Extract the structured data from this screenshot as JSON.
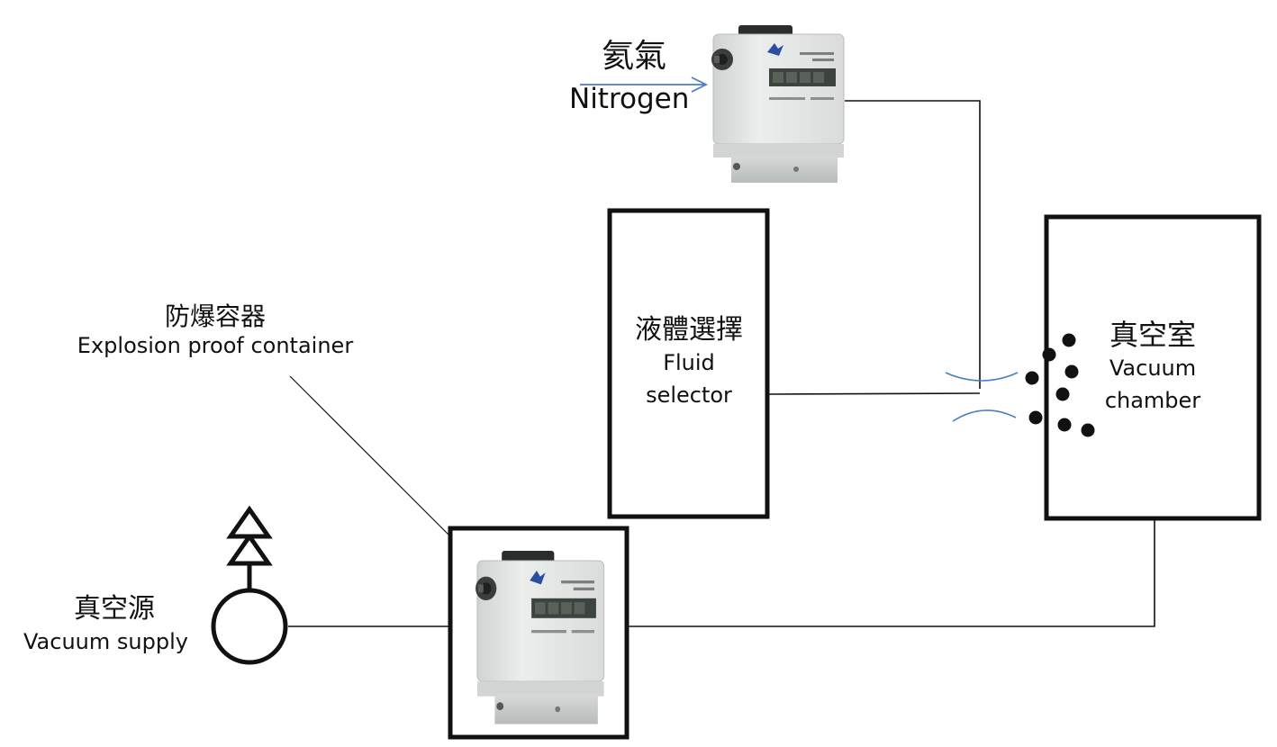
{
  "nitrogen": {
    "zh": "氦氣",
    "en": "Nitrogen"
  },
  "explosion_container": {
    "zh": "防爆容器",
    "en": "Explosion proof container"
  },
  "fluid_selector": {
    "zh": "液體選擇",
    "en_line1": "Fluid",
    "en_line2": "selector"
  },
  "vacuum_chamber": {
    "zh": "真空室",
    "en_line1": "Vacuum",
    "en_line2": "chamber"
  },
  "vacuum_supply": {
    "zh": "真空源",
    "en": "Vacuum supply"
  },
  "colors": {
    "line": "#111111",
    "arrow": "#4a7fc1",
    "device_body": "#e3e6e4",
    "device_base": "#c9ccca",
    "display": "#3d4440"
  },
  "icons": {
    "flow_meter": "flow-meter-device-icon",
    "vacuum_pump": "vacuum-pump-icon",
    "exhaust": "exhaust-triangles-icon"
  }
}
